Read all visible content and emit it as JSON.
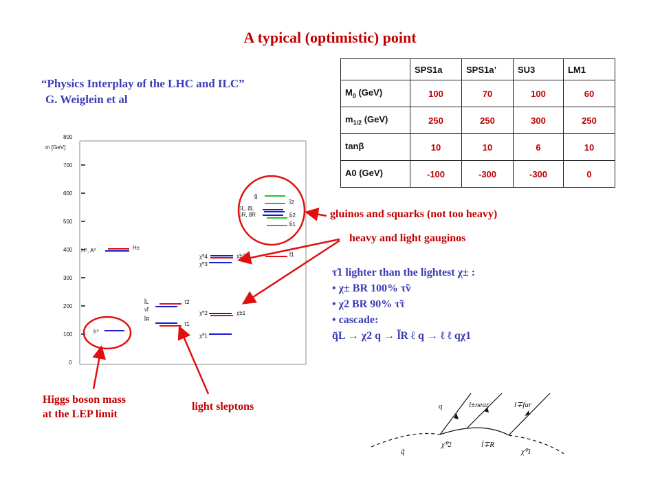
{
  "title": "A typical (optimistic) point",
  "citation": {
    "line1": "“Physics Interplay of the LHC and ILC”",
    "line2": "G. Weiglein et al"
  },
  "table": {
    "header": [
      "",
      "SPS1a",
      "SPS1a’",
      "SU3",
      "LM1"
    ],
    "rows": [
      {
        "label": "M",
        "sub": "0",
        "unit": " (GeV)",
        "values": [
          "100",
          "70",
          "100",
          "60"
        ]
      },
      {
        "label": "m",
        "sub": "1/2",
        "unit": " (GeV)",
        "values": [
          "250",
          "250",
          "300",
          "250"
        ]
      },
      {
        "label": "tanβ",
        "sub": "",
        "unit": "",
        "values": [
          "10",
          "10",
          "6",
          "10"
        ]
      },
      {
        "label": "A0 (GeV)",
        "sub": "",
        "unit": "",
        "values": [
          "-100",
          "-300",
          "-300",
          "0"
        ]
      }
    ]
  },
  "spectrum": {
    "ylabel": "m [GeV]",
    "yticks": [
      "800",
      "700",
      "600",
      "500",
      "400",
      "300",
      "200",
      "100",
      "0"
    ],
    "labels": {
      "h0": "h⁰",
      "H0A0": "H⁰, A⁰",
      "Hpm": "H±",
      "lL": "l̃L",
      "nul": "ν̃l",
      "lR": "l̃R",
      "tau2": "τ̃2",
      "tau1": "τ̃1",
      "chi20": "χ̃⁰2",
      "chi10": "χ̃⁰1",
      "chi1pm": "χ̃±1",
      "chi40": "χ̃⁰4",
      "chi30": "χ̃⁰3",
      "chi2pm": "χ̃±2",
      "gluino": "g̃",
      "uLdL": "ũL, d̃L",
      "uRdR": "ũR, d̃R",
      "t2": "t̃2",
      "b2": "b̃2",
      "b1": "b̃1",
      "t1": "t̃1"
    }
  },
  "annotations": {
    "gluinos": "gluinos and squarks (not too heavy)",
    "gauginos": "heavy and light gauginos",
    "higgs_line1": "Higgs boson mass",
    "higgs_line2": "at the LEP limit",
    "sleptons": "light sleptons"
  },
  "notes": {
    "line1": "τ̃1 lighter than the lightest χ± :",
    "line2": "• χ±  BR 100%   τ̃ν",
    "line3": "• χ2  BR  90%   τ̃τ",
    "line4": "• cascade:",
    "line5": "q̃L  →  χ2 q   →  l̃R  ℓ  q  →  ℓ  ℓ  qχ1"
  },
  "diagram": {
    "q": "q",
    "lnear": "l±near",
    "lfar": "l∓far",
    "qtilde": "q̃",
    "chi2": "χ̃⁰2",
    "lR": "l̃∓R",
    "chi1": "χ̃⁰1"
  },
  "colors": {
    "red": "#c00000",
    "blue": "#3b3bb5",
    "green": "#21c321",
    "level_red": "#e01010",
    "level_blue": "#1a1ad0"
  }
}
